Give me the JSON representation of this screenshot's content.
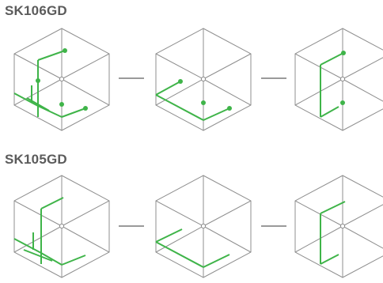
{
  "models": [
    {
      "label": "SK106GD",
      "views": [
        "front-left",
        "front",
        "side"
      ],
      "dots": true
    },
    {
      "label": "SK105GD",
      "views": [
        "front-left",
        "front",
        "side"
      ],
      "dots": false
    }
  ],
  "colors": {
    "outline": "#8f8f8f",
    "laser": "#3fb449",
    "connector": "#9a9a9a",
    "title": "#5b5b5b"
  }
}
